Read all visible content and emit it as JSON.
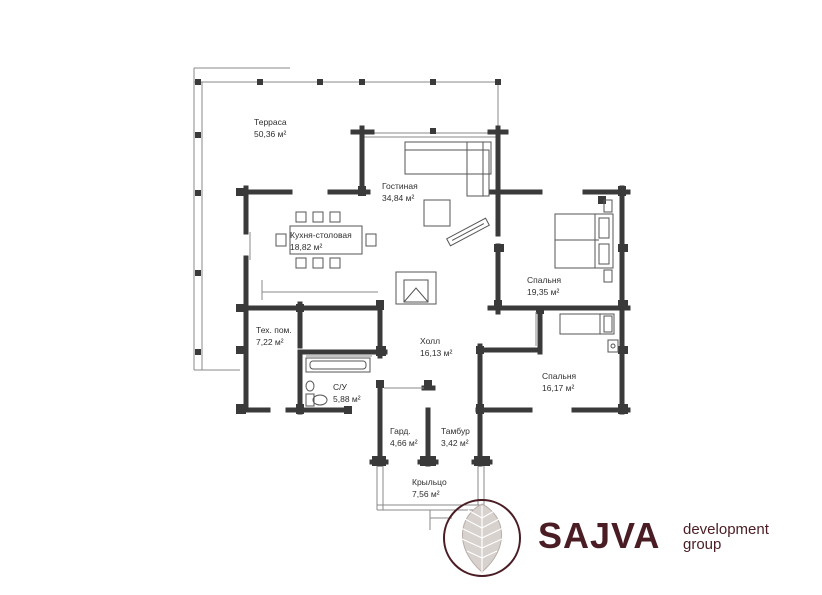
{
  "rooms": [
    {
      "id": "terrace",
      "name": "Терраса",
      "area": "50,36 м²"
    },
    {
      "id": "living",
      "name": "Гостиная",
      "area": "34,84 м²"
    },
    {
      "id": "kitchen",
      "name": "Кухня-столовая",
      "area": "18,82 м²"
    },
    {
      "id": "bedroom1",
      "name": "Спальня",
      "area": "19,35 м²"
    },
    {
      "id": "tech",
      "name": "Тех. пом.",
      "area": "7,22 м²"
    },
    {
      "id": "hall",
      "name": "Холл",
      "area": "16,13 м²"
    },
    {
      "id": "bedroom2",
      "name": "Спальня",
      "area": "16,17 м²"
    },
    {
      "id": "bathroom",
      "name": "С/У",
      "area": "5,88 м²"
    },
    {
      "id": "wardrobe",
      "name": "Гард.",
      "area": "4,66 м²"
    },
    {
      "id": "vestibule",
      "name": "Тамбур",
      "area": "3,42 м²"
    },
    {
      "id": "porch",
      "name": "Крыльцо",
      "area": "7,56 м²"
    }
  ],
  "brand": {
    "name": "SAJVA",
    "line1": "development",
    "line2": "group",
    "color": "#4a1c24"
  },
  "colors": {
    "wall": "#3a3a3a",
    "thin_line": "#8a8a8a",
    "furniture": "#555555",
    "leaf_fill": "#d8d2cf"
  }
}
